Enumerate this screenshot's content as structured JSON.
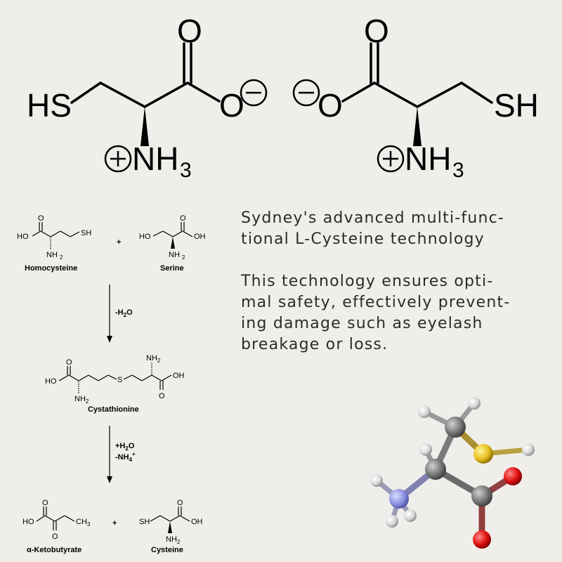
{
  "structures": {
    "left": {
      "sh": "HS",
      "o_double": "O",
      "o_single": "O",
      "nh": "NH",
      "nh_sub": "3"
    },
    "right": {
      "sh": "SH",
      "o_double": "O",
      "o_single": "O",
      "nh": "NH",
      "nh_sub": "3"
    }
  },
  "pathway": {
    "homocysteine": {
      "ho": "HO",
      "o": "O",
      "sh": "SH",
      "nh": "NH",
      "nh_sub": "2",
      "name": "Homocysteine"
    },
    "plus1": "+",
    "serine": {
      "ho": "HO",
      "o": "O",
      "oh": "OH",
      "nh": "NH",
      "nh_sub": "2",
      "name": "Serine"
    },
    "step1": {
      "prefix": "-H",
      "sub": "2",
      "suffix": "O"
    },
    "cystathionine": {
      "ho": "HO",
      "o": "O",
      "s": "S",
      "nh_left": "NH",
      "nh_left_sub": "2",
      "nh_right": "NH",
      "nh_right_sub": "2",
      "oh": "OH",
      "o2": "O",
      "name": "Cystathionine"
    },
    "step2": {
      "line1_prefix": "+H",
      "line1_sub": "2",
      "line1_suffix": "O",
      "line2_prefix": "-NH",
      "line2_sub": "4",
      "line2_sup": "+"
    },
    "ketobutyrate": {
      "ho": "HO",
      "o1": "O",
      "o2": "O",
      "ch": "CH",
      "ch_sub": "3",
      "name": "α-Ketobutyrate"
    },
    "plus2": "+",
    "cysteine": {
      "sh": "SH",
      "o": "O",
      "oh": "OH",
      "nh": "NH",
      "nh_sub": "2",
      "name": "Cysteine"
    }
  },
  "description": {
    "headline": "Sydney's advanced multi-func-\ntional L-Cysteine technology",
    "body": "This technology ensures opti-\nmal safety, effectively prevent-\ning damage such as eyelash\nbreakage or loss."
  },
  "colors": {
    "background": "#f0eeea",
    "carbon": "#7a7a7a",
    "hydrogen": "#e8e8e8",
    "nitrogen": "#8c93e0",
    "oxygen": "#e01010",
    "sulfur": "#e8c020"
  }
}
